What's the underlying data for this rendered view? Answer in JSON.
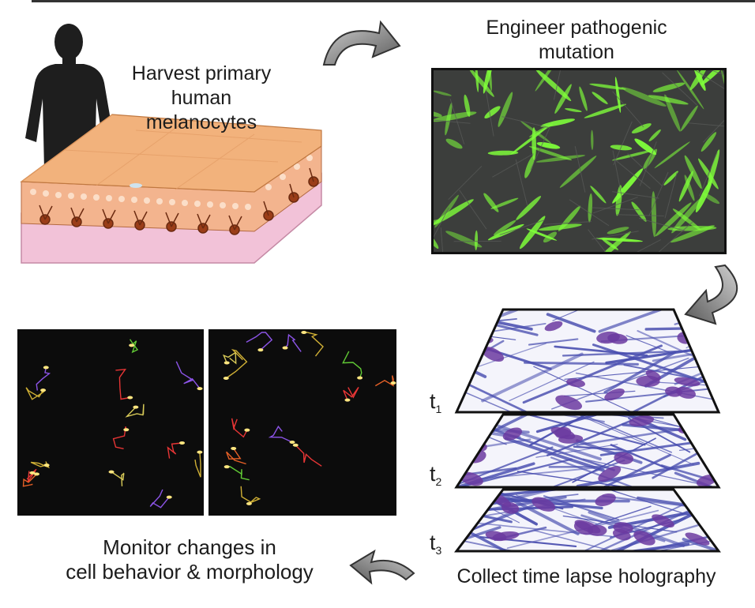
{
  "steps": {
    "harvest": {
      "line1": "Harvest primary",
      "line2": "human melanocytes"
    },
    "engineer": {
      "line1": "Engineer pathogenic",
      "line2": "mutation"
    },
    "collect": {
      "label": "Collect time lapse holography"
    },
    "monitor": {
      "line1": "Monitor changes in",
      "line2": "cell behavior & morphology"
    }
  },
  "timepoints": [
    {
      "base": "t",
      "sub": "1"
    },
    {
      "base": "t",
      "sub": "2"
    },
    {
      "base": "t",
      "sub": "3"
    }
  ],
  "icons": {
    "person": "human-silhouette-icon",
    "arrow": "curved-arrow-icon"
  },
  "colors": {
    "fluorescence": "#7fff3a",
    "holography": "#4a4fb0",
    "skin_top": "#f2b27c",
    "dermis": "#f2c2d8",
    "arrow": "#555555"
  }
}
